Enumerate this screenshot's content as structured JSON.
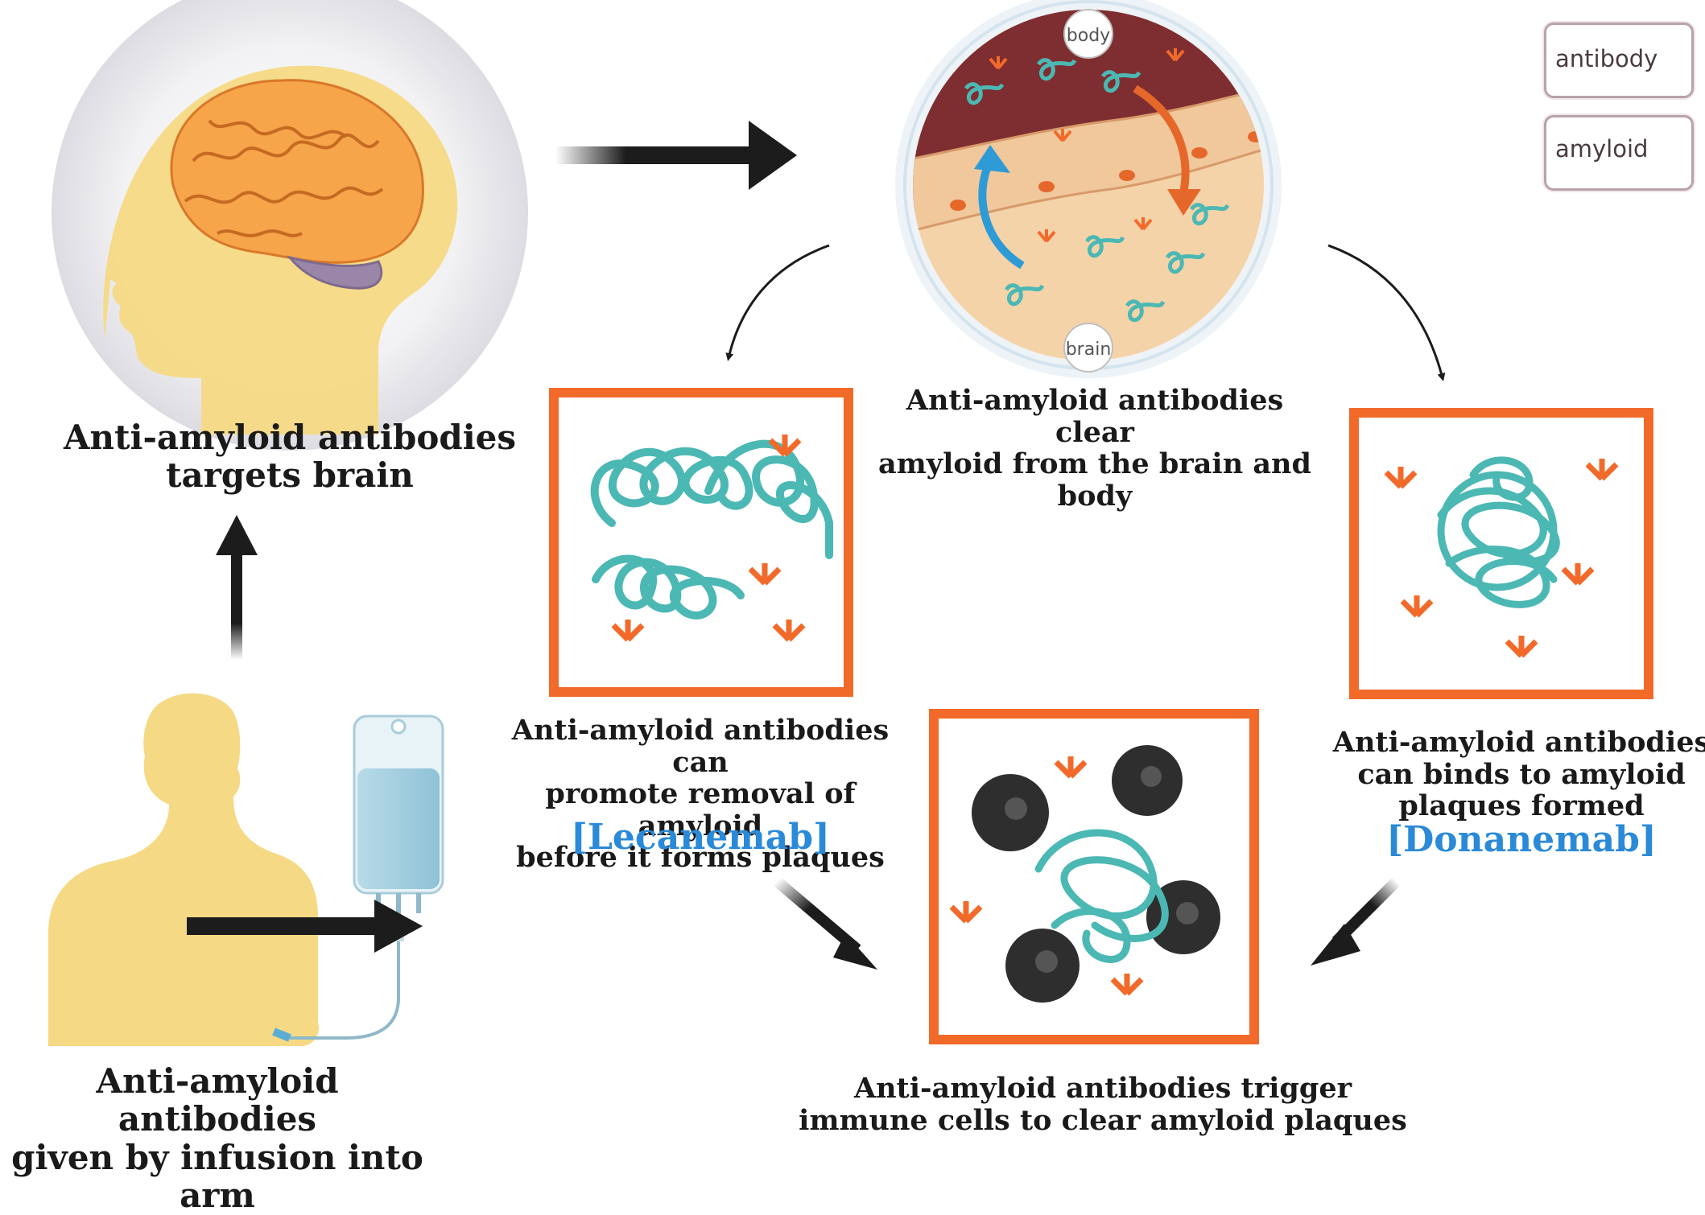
{
  "legend": {
    "antibody_label": "antibody",
    "amyloid_label": "amyloid"
  },
  "bubble_labels": {
    "top": "body",
    "bottom": "brain"
  },
  "captions": {
    "brain_target": [
      "Anti-amyloid antibodies",
      "targets brain"
    ],
    "infusion": [
      "Anti-amyloid antibodies",
      "given by infusion into arm"
    ],
    "clear_body": [
      "Anti-amyloid antibodies clear",
      "amyloid from the brain and",
      "body"
    ],
    "lecanemab_desc": [
      "Anti-amyloid antibodies can",
      "promote removal of amyloid",
      "before it forms plaques"
    ],
    "lecanemab_name": "[Lecanemab]",
    "donanemab_desc": [
      "Anti-amyloid antibodies",
      "can binds to amyloid",
      "plaques formed"
    ],
    "donanemab_name": "[Donanemab]",
    "immune": [
      "Anti-amyloid antibodies trigger",
      "immune cells to clear amyloid plaques"
    ]
  },
  "colors": {
    "antibody": "#f26a2a",
    "amyloid": "#4bb8b4",
    "frame": "#f26a2a",
    "drug_name": "#2a8ad8",
    "arrow": "#1c1c1c",
    "skin": "#f6d984",
    "brain": "#f6a54a"
  }
}
